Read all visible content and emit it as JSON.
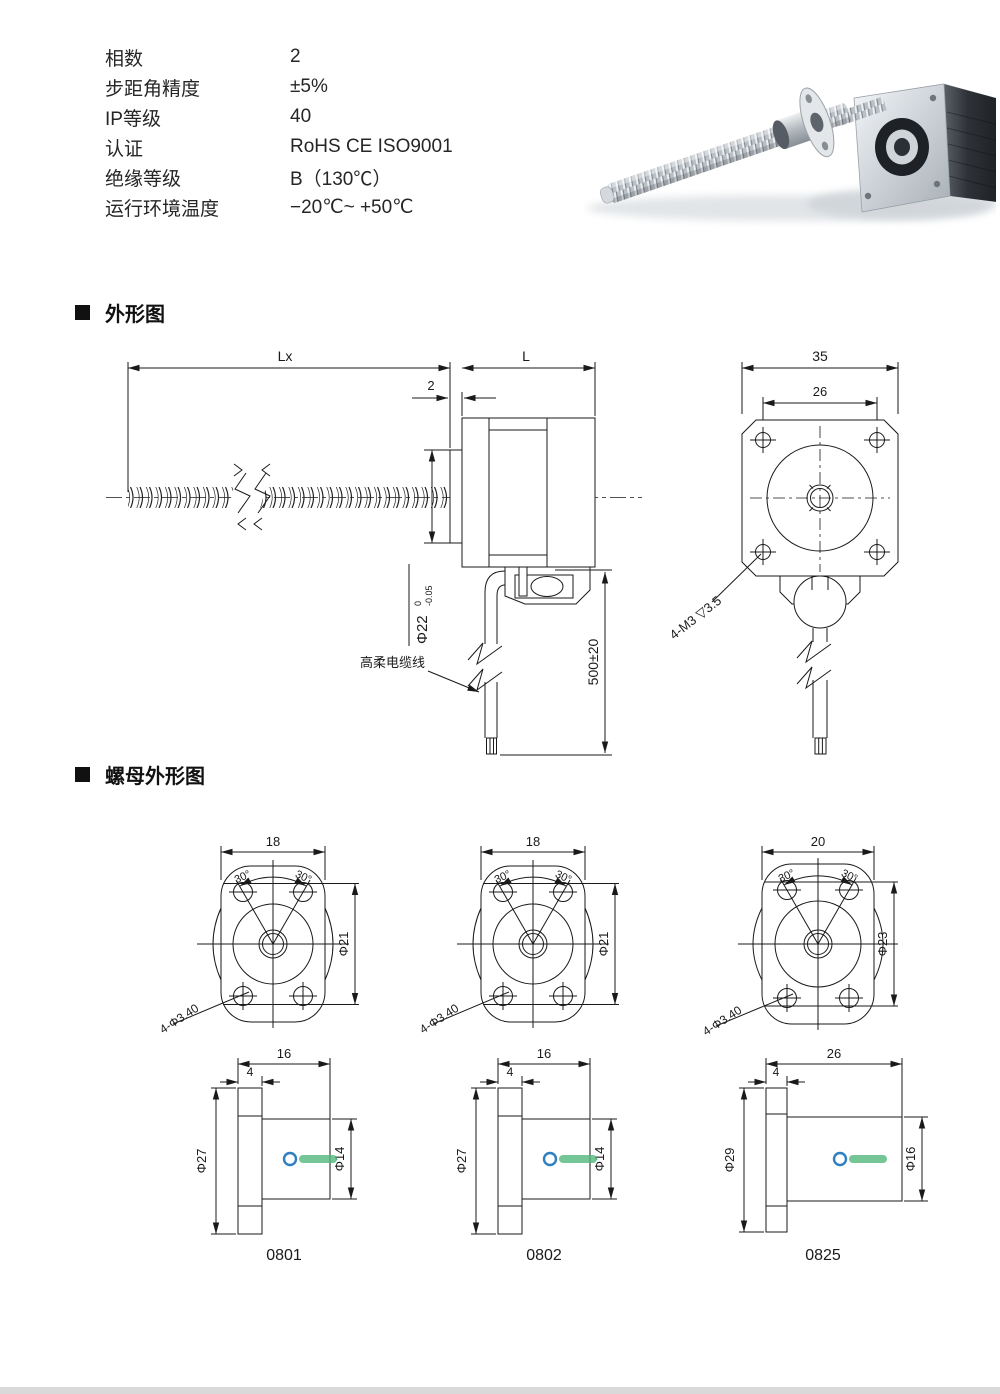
{
  "specs": {
    "rows": [
      {
        "label": "相数",
        "value": "2"
      },
      {
        "label": "步距角精度",
        "value": "±5%"
      },
      {
        "label": "IP等级",
        "value": "40"
      },
      {
        "label": "认证",
        "value": "RoHS CE ISO9001"
      },
      {
        "label": "绝缘等级",
        "value": "B（130℃）"
      },
      {
        "label": "运行环境温度",
        "value": "−20℃~ +50℃"
      }
    ]
  },
  "sections": {
    "outline_title": "外形图",
    "nut_title": "螺母外形图"
  },
  "outline": {
    "dim_lx": "Lx",
    "dim_l": "L",
    "dim_boss": "2",
    "phi22": "Φ22",
    "phi22_tol_upper": "0",
    "phi22_tol_lower": "-0.05",
    "cable_label": "高柔电缆线",
    "cable_length_dim": "500±20",
    "front_width": "35",
    "front_hole_spacing": "26",
    "mount_thread_callout": "4-M3 ▽3.5"
  },
  "nuts": [
    {
      "model": "0801",
      "across_flats": "18",
      "angle_left": "30°",
      "angle_right": "30°",
      "bolt_circle": "Φ21",
      "hole_callout": "4-Φ3.40",
      "length": "16",
      "flange_thickness": "4",
      "flange_dia": "Φ27",
      "body_dia": "Φ14"
    },
    {
      "model": "0802",
      "across_flats": "18",
      "angle_left": "30°",
      "angle_right": "30°",
      "bolt_circle": "Φ21",
      "hole_callout": "4-Φ3.40",
      "length": "16",
      "flange_thickness": "4",
      "flange_dia": "Φ27",
      "body_dia": "Φ14"
    },
    {
      "model": "0825",
      "across_flats": "20",
      "angle_left": "30°",
      "angle_right": "30°",
      "bolt_circle": "Φ23",
      "hole_callout": "4-Φ3.40",
      "length": "26",
      "flange_thickness": "4",
      "flange_dia": "Φ29",
      "body_dia": "Φ16"
    }
  ],
  "colors": {
    "line": "#1a1a1a",
    "logo_blue": "#2f7fc1",
    "logo_green": "#52b87c"
  }
}
